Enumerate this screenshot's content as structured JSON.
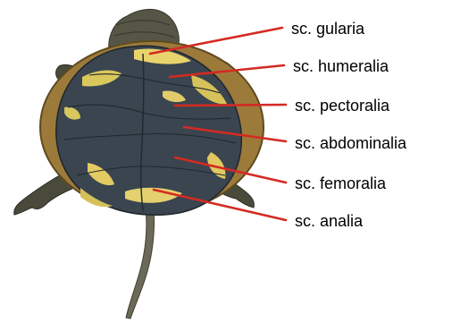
{
  "figure": {
    "subject_icon": "turtle-plastron",
    "pointer_color": "#d42a22",
    "label_color": "#000000"
  },
  "labels": [
    {
      "text": "sc. gularia"
    },
    {
      "text": "sc. humeralia"
    },
    {
      "text": "sc. pectoralia"
    },
    {
      "text": "sc. abdominalia"
    },
    {
      "text": "sc. femoralia"
    },
    {
      "text": "sc. analia"
    }
  ]
}
